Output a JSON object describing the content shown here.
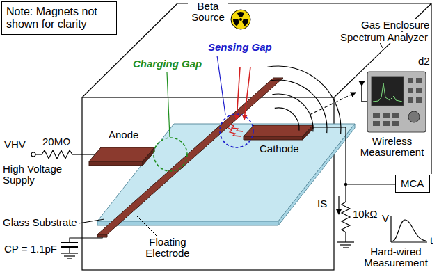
{
  "diagram": {
    "nodes": [
      {
        "text": [
          "Note: Magnets not shown for clarity"
        ]
      },
      {
        "text": [
          "MCA"
        ]
      }
    ],
    "labels": [
      "Gas Enclosure",
      "Beta Source",
      "Sensing Gap",
      "Charging Gap",
      "Spectrum Analyzer",
      "d2",
      "Wireless Measurement",
      "Anode",
      "VHV",
      "20MΩ",
      "High Voltage Supply",
      "Cathode",
      "IS",
      "10kΩ",
      "V",
      "t",
      "Glass Substrate",
      "CP = 1.1pF",
      "Floating Electrode",
      "Hard-wired Measurement"
    ]
  }
}
